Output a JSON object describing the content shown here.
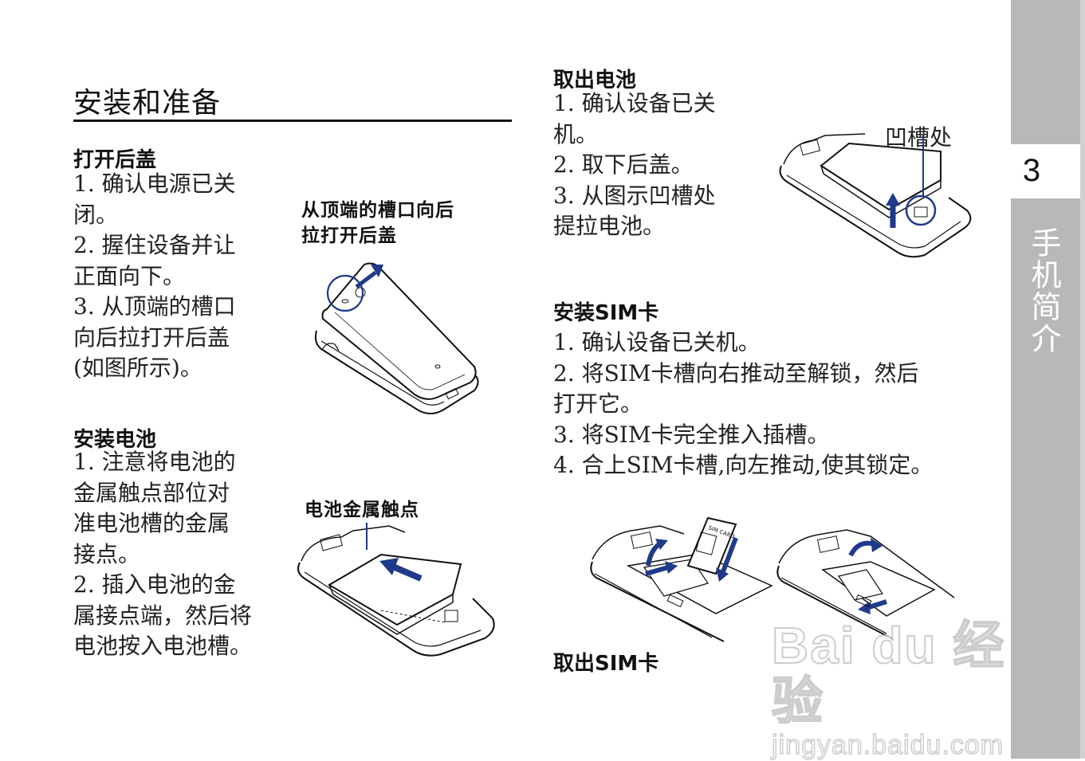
{
  "page": {
    "title": "安装和准备",
    "page_number": "3",
    "chapter": "手机简介"
  },
  "sections": {
    "open_cover": {
      "heading": "打开后盖",
      "lines": [
        "1. 确认电源已关",
        "闭。",
        "2. 握住设备并让",
        "正面向下。",
        "3. 从顶端的槽口",
        "向后拉打开后盖",
        "(如图所示)。"
      ],
      "figure_caption_lines": [
        "从顶端的槽口向后",
        "拉打开后盖"
      ]
    },
    "install_battery": {
      "heading": "安装电池",
      "lines": [
        "1. 注意将电池的",
        "金属触点部位对",
        "准电池槽的金属",
        "接点。",
        "2. 插入电池的金",
        "属接点端，然后将",
        "电池按入电池槽。"
      ],
      "figure_caption": "电池金属触点"
    },
    "remove_battery": {
      "heading": "取出电池",
      "lines": [
        "1. 确认设备已关",
        "机。",
        "2. 取下后盖。",
        "3. 从图示凹槽处",
        "提拉电池。"
      ],
      "figure_caption": "凹槽处"
    },
    "install_sim": {
      "heading": "安装SIM卡",
      "lines": [
        "1. 确认设备已关机。",
        "2. 将SIM卡槽向右推动至解锁，然后",
        "打开它。",
        "3. 将SIM卡完全推入插槽。",
        "4. 合上SIM卡槽,向左推动,使其锁定。"
      ],
      "sim_label": "SIM CARD"
    },
    "remove_sim": {
      "heading": "取出SIM卡"
    }
  },
  "watermark": {
    "brand": "Bai du 经验",
    "url": "jingyan.baidu.com"
  },
  "colors": {
    "accent_blue": "#1f3a8a",
    "sidebar_gray": "#b8b8b8",
    "text": "#1a1a1a"
  }
}
